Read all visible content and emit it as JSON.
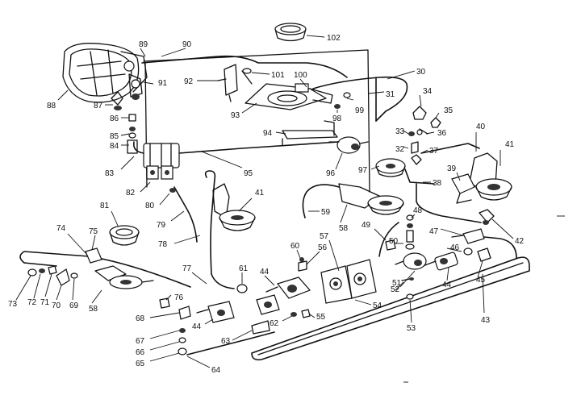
{
  "part_numbers": [
    "102",
    "89",
    "90",
    "88",
    "91",
    "92",
    "101",
    "100",
    "30",
    "87",
    "86",
    "85",
    "84",
    "93",
    "98",
    "99",
    "31",
    "34",
    "35",
    "94",
    "33",
    "36",
    "32",
    "37",
    "40",
    "41",
    "83",
    "95",
    "96",
    "97",
    "39",
    "82",
    "38",
    "80",
    "41",
    "79",
    "59",
    "58",
    "81",
    "74",
    "75",
    "78",
    "57",
    "49",
    "48",
    "50",
    "47",
    "42",
    "60",
    "56",
    "73",
    "72",
    "71",
    "70",
    "69",
    "58",
    "77",
    "61",
    "44",
    "51",
    "46",
    "45",
    "54",
    "52",
    "44",
    "76",
    "68",
    "53",
    "43",
    "55",
    "62",
    "67",
    "44",
    "63",
    "66",
    "65",
    "64"
  ]
}
